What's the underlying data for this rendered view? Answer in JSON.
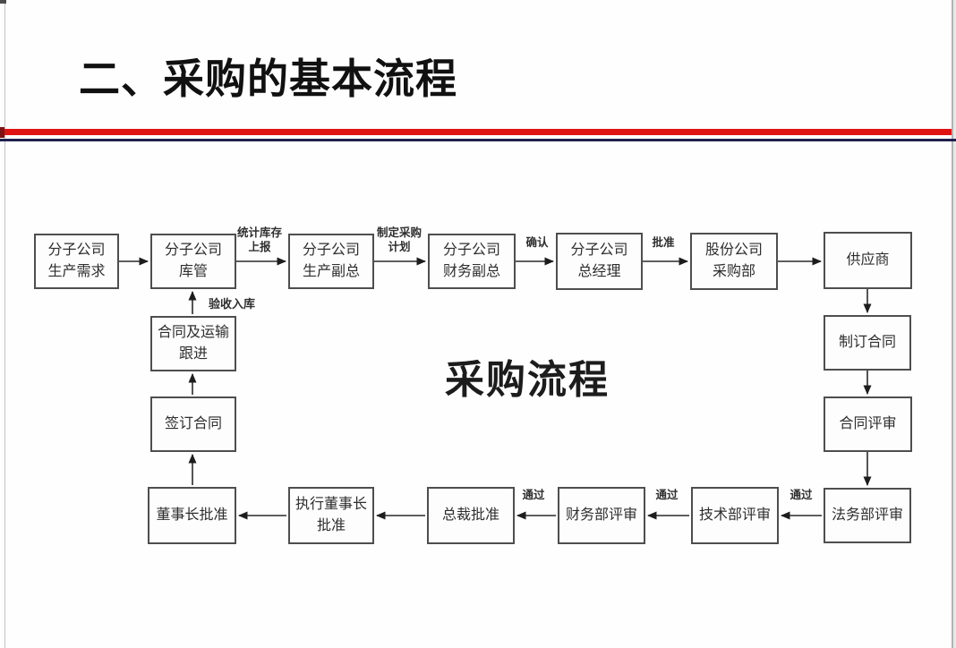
{
  "slide": {
    "title": "二、采购的基本流程",
    "colors": {
      "accent_red": "#e01313",
      "accent_navy": "#20204e"
    }
  },
  "diagram": {
    "center_title": "采购流程",
    "nodes": [
      {
        "id": "subsidiary-production-demand",
        "label": "分子公司\n生产需求"
      },
      {
        "id": "subsidiary-warehouse",
        "label": "分子公司\n库管"
      },
      {
        "id": "subsidiary-production-vp",
        "label": "分子公司\n生产副总"
      },
      {
        "id": "subsidiary-finance-vp",
        "label": "分子公司\n财务副总"
      },
      {
        "id": "subsidiary-gm",
        "label": "分子公司\n总经理"
      },
      {
        "id": "hq-procurement-dept",
        "label": "股份公司\n采购部"
      },
      {
        "id": "supplier",
        "label": "供应商"
      },
      {
        "id": "draft-contract",
        "label": "制订合同"
      },
      {
        "id": "contract-review",
        "label": "合同评审"
      },
      {
        "id": "legal-dept-review",
        "label": "法务部评审"
      },
      {
        "id": "tech-dept-review",
        "label": "技术部评审"
      },
      {
        "id": "finance-dept-review",
        "label": "财务部评审"
      },
      {
        "id": "president-approval",
        "label": "总裁批准"
      },
      {
        "id": "exec-chairman-approval",
        "label": "执行董事长\n批准"
      },
      {
        "id": "chairman-approval",
        "label": "董事长批准"
      },
      {
        "id": "sign-contract",
        "label": "签订合同"
      },
      {
        "id": "contract-transport-followup",
        "label": "合同及运输\n跟进"
      }
    ],
    "edge_labels": [
      {
        "id": "report-inventory",
        "text": "统计库存\n上报"
      },
      {
        "id": "make-procurement-plan",
        "text": "制定采购\n计划"
      },
      {
        "id": "confirm",
        "text": "确认"
      },
      {
        "id": "approve",
        "text": "批准"
      },
      {
        "id": "inspect-and-warehouse",
        "text": "验收入库"
      },
      {
        "id": "pass-legal-to-tech",
        "text": "通过"
      },
      {
        "id": "pass-tech-to-finance",
        "text": "通过"
      },
      {
        "id": "pass-finance-to-president",
        "text": "通过"
      }
    ],
    "edges": [
      {
        "from": "subsidiary-production-demand",
        "to": "subsidiary-warehouse",
        "label": ""
      },
      {
        "from": "subsidiary-warehouse",
        "to": "subsidiary-production-vp",
        "label": "统计库存上报"
      },
      {
        "from": "subsidiary-production-vp",
        "to": "subsidiary-finance-vp",
        "label": "制定采购计划"
      },
      {
        "from": "subsidiary-finance-vp",
        "to": "subsidiary-gm",
        "label": "确认"
      },
      {
        "from": "subsidiary-gm",
        "to": "hq-procurement-dept",
        "label": "批准"
      },
      {
        "from": "hq-procurement-dept",
        "to": "supplier",
        "label": ""
      },
      {
        "from": "supplier",
        "to": "draft-contract",
        "label": ""
      },
      {
        "from": "draft-contract",
        "to": "contract-review",
        "label": ""
      },
      {
        "from": "contract-review",
        "to": "legal-dept-review",
        "label": ""
      },
      {
        "from": "legal-dept-review",
        "to": "tech-dept-review",
        "label": "通过"
      },
      {
        "from": "tech-dept-review",
        "to": "finance-dept-review",
        "label": "通过"
      },
      {
        "from": "finance-dept-review",
        "to": "president-approval",
        "label": "通过"
      },
      {
        "from": "president-approval",
        "to": "exec-chairman-approval",
        "label": ""
      },
      {
        "from": "exec-chairman-approval",
        "to": "chairman-approval",
        "label": ""
      },
      {
        "from": "chairman-approval",
        "to": "sign-contract",
        "label": ""
      },
      {
        "from": "sign-contract",
        "to": "contract-transport-followup",
        "label": ""
      },
      {
        "from": "contract-transport-followup",
        "to": "subsidiary-warehouse",
        "label": "验收入库"
      }
    ]
  }
}
